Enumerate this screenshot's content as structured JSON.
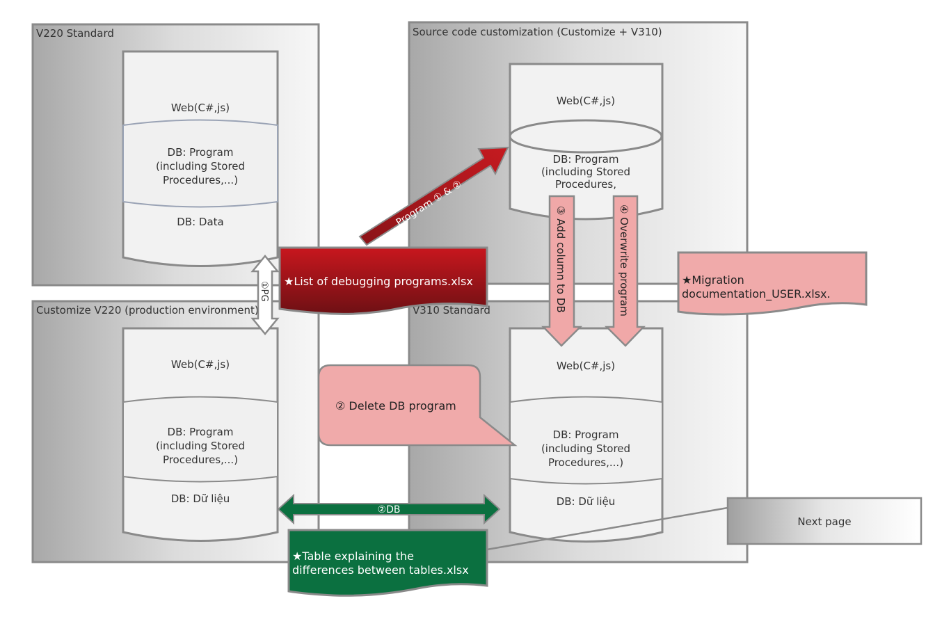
{
  "panels": {
    "v220_standard": "V220 Standard",
    "source_custom": "Source code customization (Customize + V310)",
    "customize_v220": "Customize V220 (production environment)",
    "v310_standard": "V310 Standard"
  },
  "cylinders": {
    "web": "Web(C#,js)",
    "db_program_1": "DB: Program",
    "db_program_2": "(including Stored",
    "db_program_3": "Procedures,...)",
    "db_program_3_partial": "Procedures,",
    "db_data": "DB: Data",
    "db_data_vi": "DB: Dữ liệu"
  },
  "arrows": {
    "pg": "①PG",
    "program": "Program ① & ②",
    "add_column": "③ Add column to DB",
    "overwrite": "④ Overwrite program",
    "db": "②DB"
  },
  "documents": {
    "debug_list": "★List of debugging programs.xlsx",
    "migration_1": "★Migration",
    "migration_2": "documentation_USER.xlsx.",
    "table_diff_1": "★Table explaining the",
    "table_diff_2": "differences between tables.xlsx"
  },
  "callout": "② Delete DB program",
  "next_page": "Next page",
  "colors": {
    "red": "#a3161b",
    "pink": "#f0a8a8",
    "green": "#0b7040",
    "border": "#8a8a8a"
  }
}
